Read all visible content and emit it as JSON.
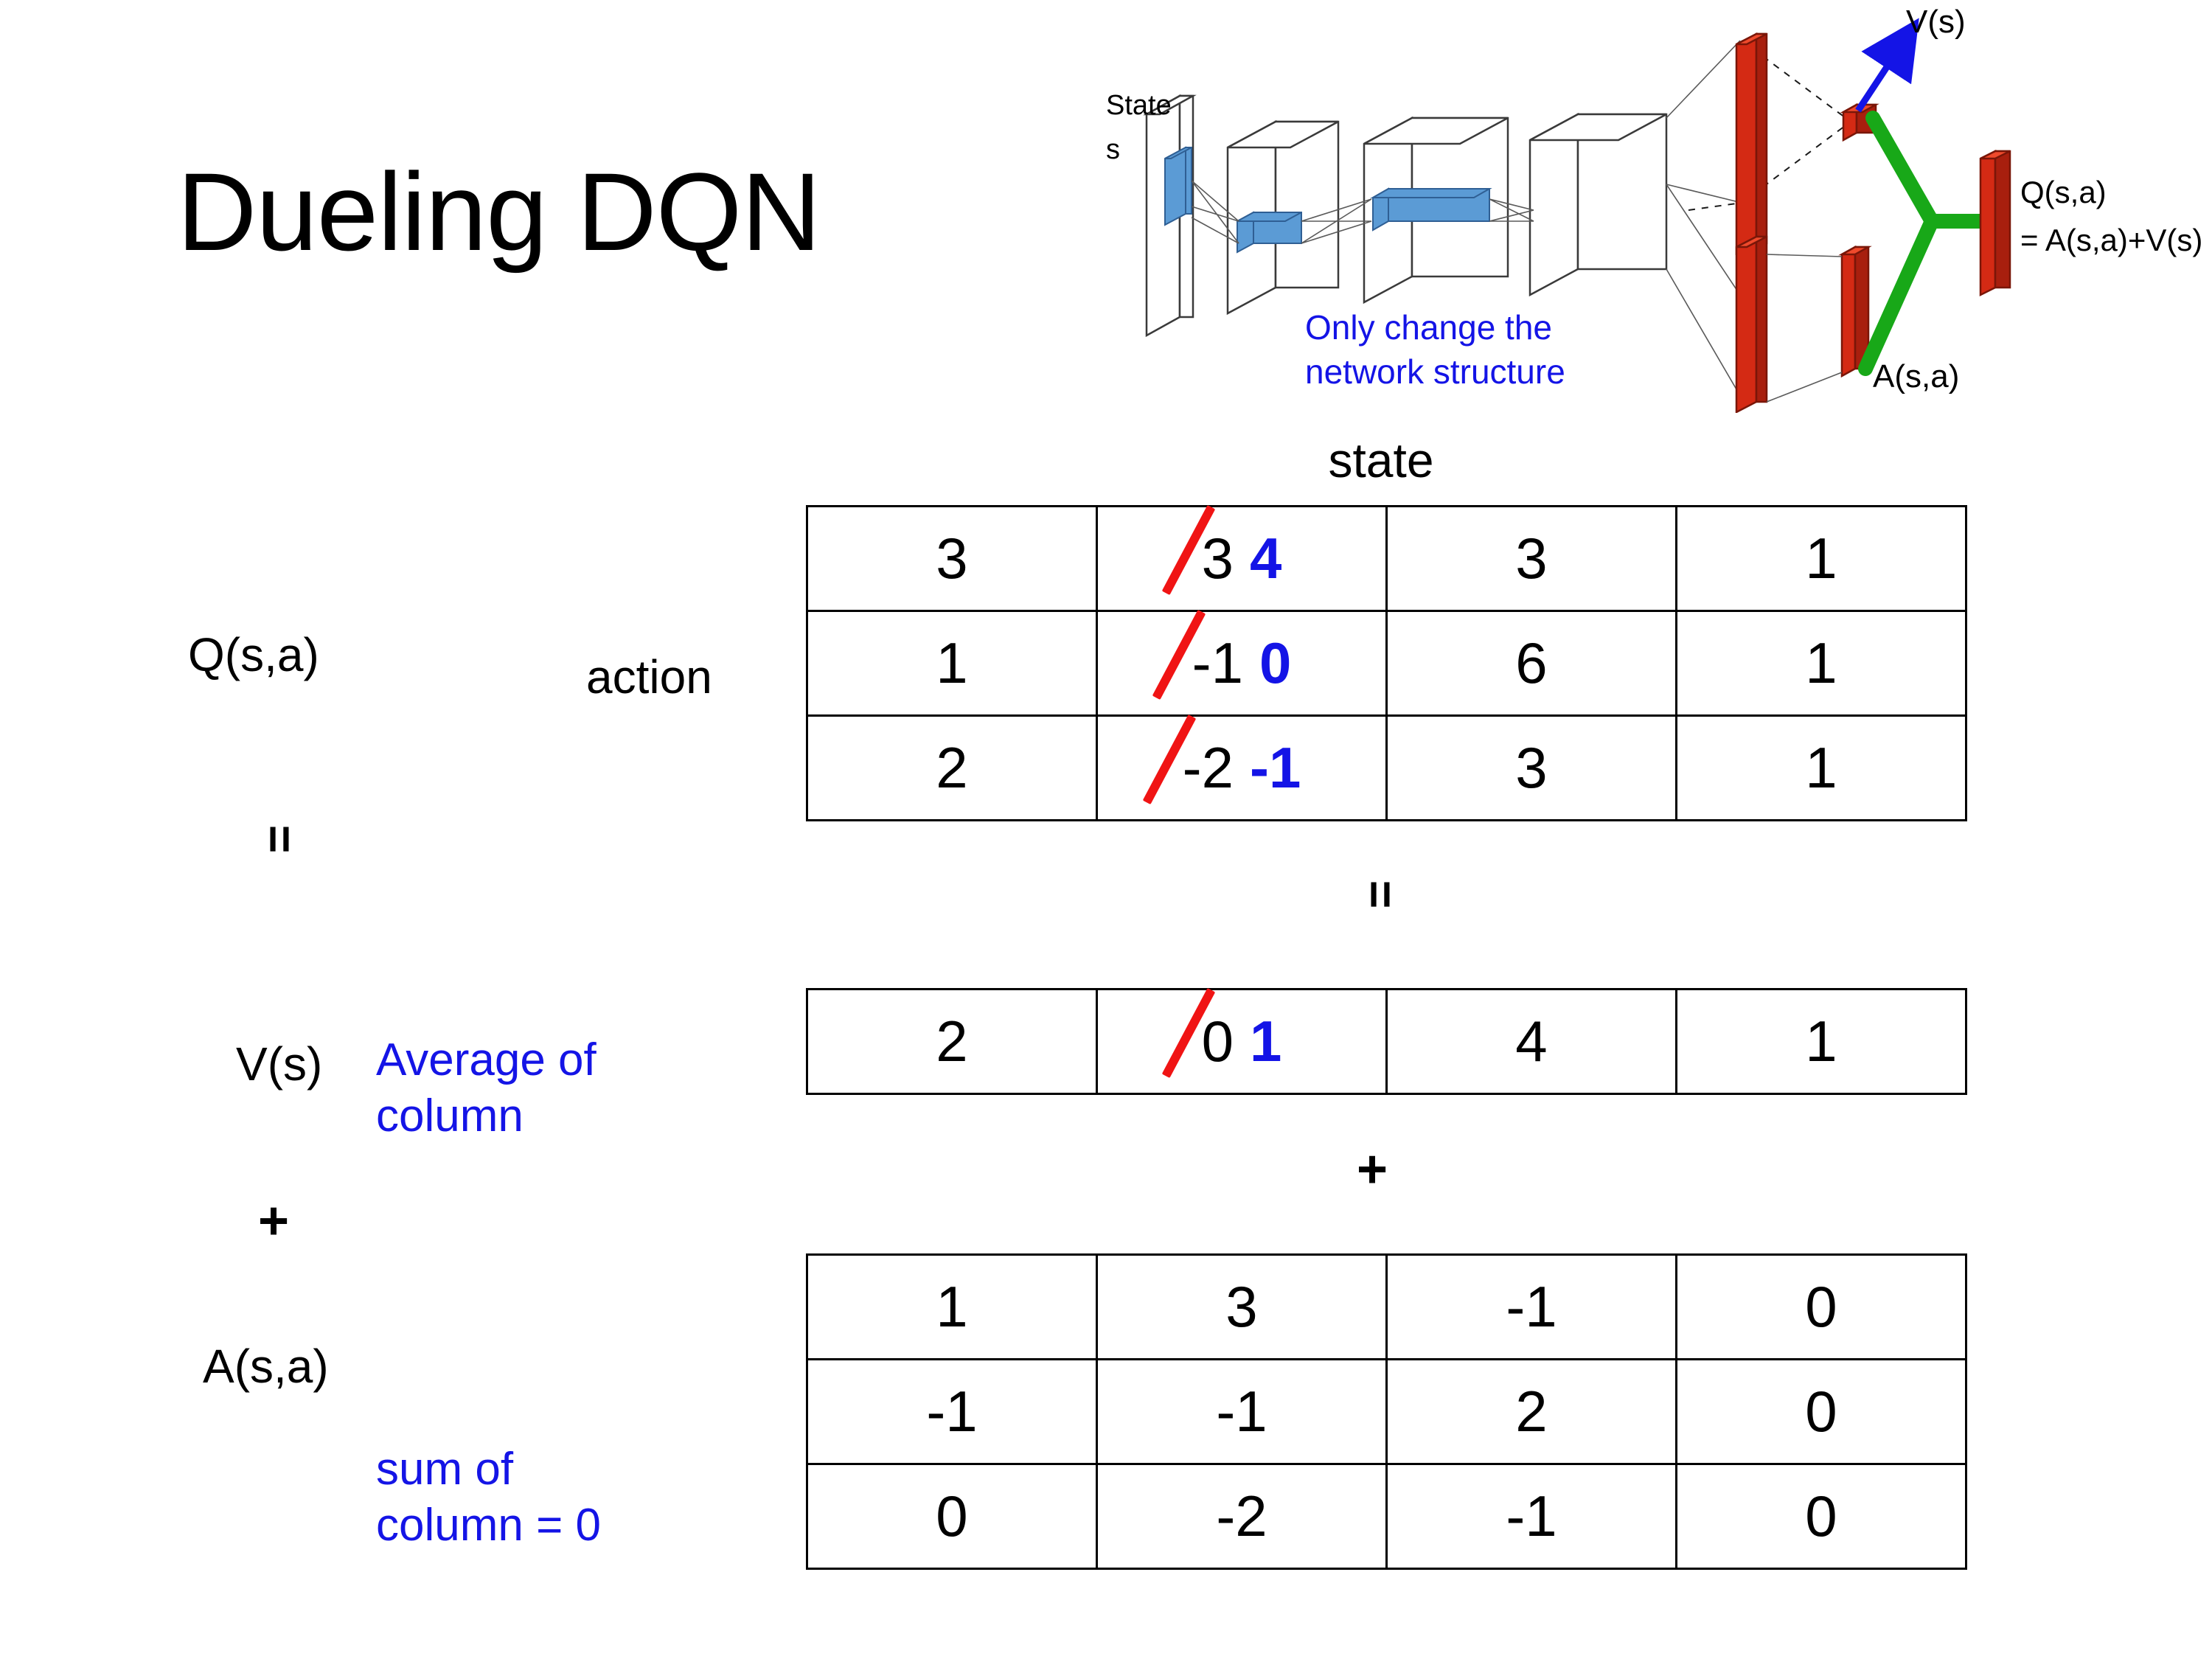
{
  "slide": {
    "title": "Dueling DQN"
  },
  "diagram": {
    "input_label_line1": "State",
    "input_label_line2": "s",
    "note": "Only change the\nnetwork structure",
    "note_line1": "Only change the",
    "note_line2": "network structure",
    "value_stream_label": "V(s)",
    "advantage_stream_label": "A(s,a)",
    "output_label_line1": "Q(s,a)",
    "output_label_line2": "= A(s,a)+V(s)",
    "colors": {
      "blue_text": "#1414e6",
      "red_bar": "#f03018",
      "green_merge": "#18a818",
      "blue_kernel": "#5b9bd5",
      "blue_arrow": "#1414e6"
    }
  },
  "labels": {
    "state": "state",
    "action": "action",
    "q": "Q(s,a)",
    "v": "V(s)",
    "a": "A(s,a)",
    "equals": "=",
    "plus": "+",
    "note_average_line1": "Average of",
    "note_average_line2": "column",
    "note_sum_line1": "sum of",
    "note_sum_line2": "column = 0"
  },
  "chart_data": {
    "type": "table",
    "title": "Dueling DQN : Q(s,a) = V(s) + A(s,a)",
    "xlabel": "state",
    "ylabel": "action",
    "tables": [
      {
        "name": "Q(s,a)",
        "rows": 3,
        "cols": 4,
        "values": [
          [
            "3",
            "3",
            "3",
            "1"
          ],
          [
            "1",
            "-1",
            "6",
            "1"
          ],
          [
            "2",
            "-2",
            "3",
            "1"
          ]
        ],
        "edits": [
          {
            "row": 0,
            "col": 1,
            "old": "3",
            "new": "4"
          },
          {
            "row": 1,
            "col": 1,
            "old": "-1",
            "new": "0"
          },
          {
            "row": 2,
            "col": 1,
            "old": "-2",
            "new": "-1"
          }
        ]
      },
      {
        "name": "V(s)",
        "rows": 1,
        "cols": 4,
        "values": [
          [
            "2",
            "0",
            "4",
            "1"
          ]
        ],
        "edits": [
          {
            "row": 0,
            "col": 1,
            "old": "0",
            "new": "1"
          }
        ]
      },
      {
        "name": "A(s,a)",
        "rows": 3,
        "cols": 4,
        "values": [
          [
            "1",
            "3",
            "-1",
            "0"
          ],
          [
            "-1",
            "-1",
            "2",
            "0"
          ],
          [
            "0",
            "-2",
            "-1",
            "0"
          ]
        ],
        "edits": []
      }
    ],
    "operators": [
      "=",
      "+"
    ],
    "annotations": [
      "Average of column",
      "sum of column = 0",
      "Only change the network structure"
    ]
  }
}
